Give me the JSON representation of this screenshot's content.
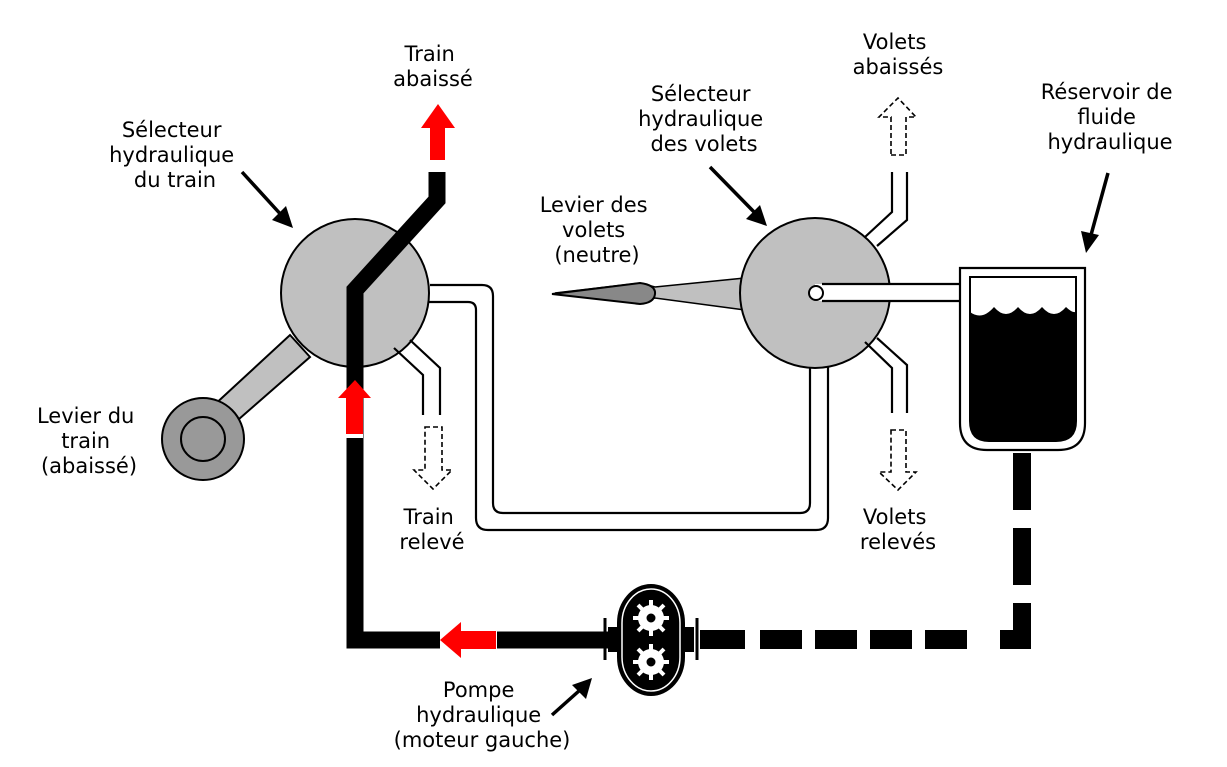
{
  "title": "Circuit hydraulique – train et volets",
  "labels": {
    "train_down": [
      "Train",
      "abaissé"
    ],
    "gear_selector": [
      "Sélecteur",
      "hydraulique",
      "du train"
    ],
    "gear_lever": [
      "Levier du",
      "train",
      "(abaissé)"
    ],
    "train_up": [
      "Train",
      "relevé"
    ],
    "flap_lever": [
      "Levier des",
      "volets",
      "(neutre)"
    ],
    "flap_selector": [
      "Sélecteur",
      "hydraulique",
      "des volets"
    ],
    "flaps_down": [
      "Volets",
      "abaissés"
    ],
    "flaps_up": [
      "Volets",
      "relevés"
    ],
    "reservoir": [
      "Réservoir de",
      "fluide",
      "hydraulique"
    ],
    "pump": [
      "Pompe",
      "hydraulique",
      "(moteur gauche)"
    ]
  },
  "colors": {
    "pressure_line": "#000000",
    "flow_arrow": "#ff0000",
    "selector_fill": "#c0c0c0",
    "lever_knob": "#999999",
    "fluid": "#000000"
  },
  "states": {
    "gear_lever": "abaissé",
    "flap_lever": "neutre"
  }
}
